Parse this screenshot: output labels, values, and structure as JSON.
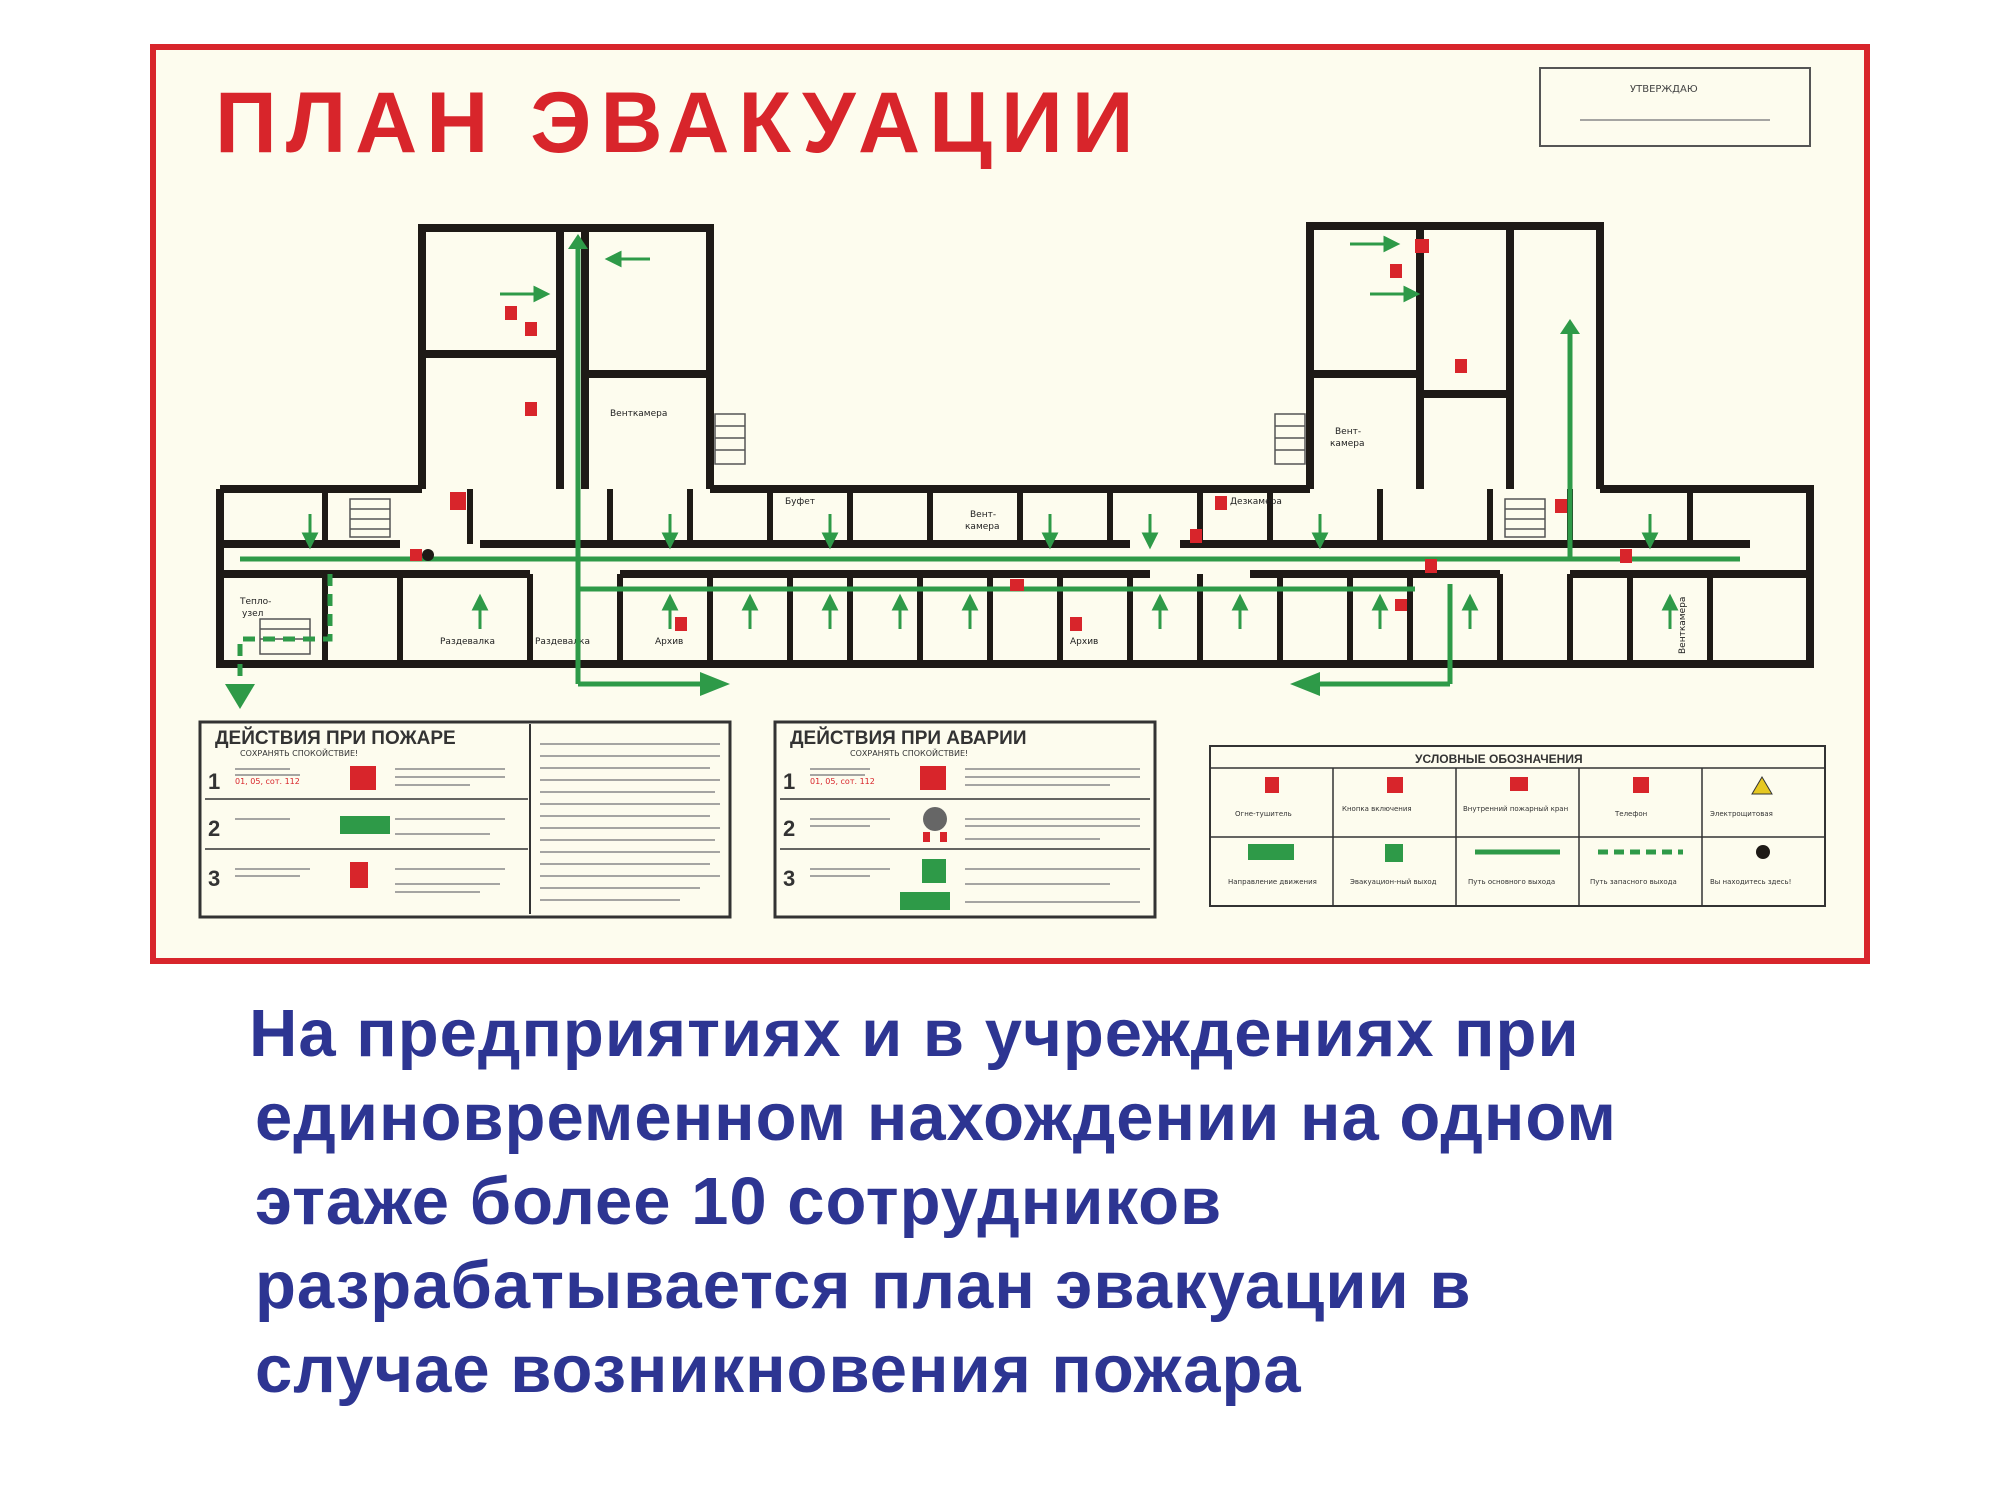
{
  "plan": {
    "title": "ПЛАН ЭВАКУАЦИИ",
    "approve_label": "УТВЕРЖДАЮ",
    "rooms": {
      "ventkamera_left": "Венткамера",
      "ventkamera_right_1": "Вент-",
      "ventkamera_right_2": "камера",
      "ventkamera_corridor_1": "Вент-",
      "ventkamera_corridor_2": "камера",
      "dezkamera": "Дезкамера",
      "teplouzel_1": "Тепло-",
      "teplouzel_2": "узел",
      "razdevalka_1": "Раздевалка",
      "razdevalka_2": "Раздевалка",
      "arhiv_1": "Архив",
      "arhiv_2": "Архив",
      "bufet": "Буфет",
      "ventkamera_vertical": "Венткамера"
    },
    "fire_panel": {
      "title": "ДЕЙСТВИЯ ПРИ ПОЖАРЕ",
      "subtitle": "СОХРАНЯТЬ СПОКОЙСТВИЕ!",
      "phone": "01, 05, сот. 112",
      "steps": [
        "1",
        "2",
        "3"
      ]
    },
    "accident_panel": {
      "title": "ДЕЙСТВИЯ ПРИ АВАРИИ",
      "subtitle": "СОХРАНЯТЬ СПОКОЙСТВИЕ!",
      "phone": "01, 05, сот. 112",
      "steps": [
        "1",
        "2",
        "3"
      ]
    },
    "legend": {
      "title": "УСЛОВНЫЕ ОБОЗНАЧЕНИЯ",
      "items": [
        "Огне-тушитель",
        "Кнопка включения",
        "Внутренний пожарный кран",
        "Телефон",
        "Электрощитовая",
        "Направление движения",
        "Эвакуацион-ный выход",
        "Путь основного выхода",
        "Путь запасного выхода",
        "Вы находитесь здесь!"
      ]
    },
    "colors": {
      "frame_red": "#d8252b",
      "title_red": "#d8252b",
      "wall": "#1e1a16",
      "route_green": "#2e9a48",
      "board_bg": "#fdfcee"
    }
  },
  "caption": {
    "line1": "На предприятиях и в учреждениях при",
    "line2": "единовременном нахождении на одном",
    "line3": "этаже более 10 сотрудников",
    "line4": "разрабатывается план эвакуации в",
    "line5": "случае возникновения пожара"
  }
}
